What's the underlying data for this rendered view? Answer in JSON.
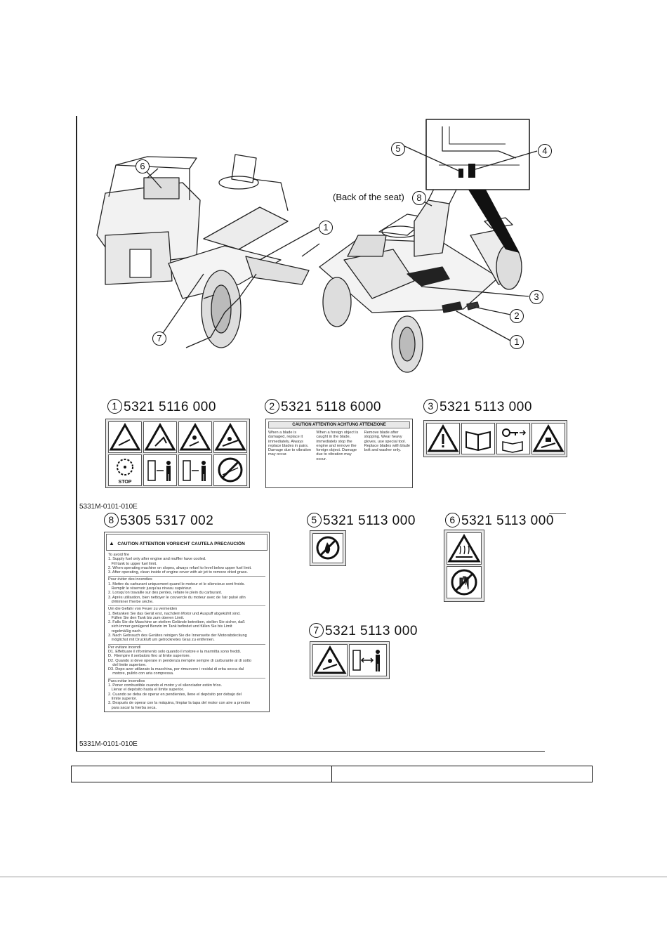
{
  "figure_refs": [
    "5331M-0101-010E",
    "5331M-0101-010E"
  ],
  "back_of_seat_label": "(Back of the seat)",
  "callouts": [
    "1",
    "2",
    "3",
    "4",
    "5",
    "6",
    "7",
    "8"
  ],
  "decals": [
    {
      "num": "1",
      "code": "5321 5116 000"
    },
    {
      "num": "2",
      "code": "5321 5118 6000"
    },
    {
      "num": "3",
      "code": "5321 5113 000"
    },
    {
      "num": "8",
      "code": "5305 5317 002"
    },
    {
      "num": "5",
      "code": "5321 5113 000"
    },
    {
      "num": "6",
      "code": "5321 5113 000"
    },
    {
      "num": "7",
      "code": "5321 5113 000"
    }
  ],
  "decal1_stop": "STOP",
  "decal2": {
    "header": "CAUTION ATTENTION ACHTUNG ATTENZIONE",
    "columns": [
      "When a blade is damaged, replace it immediately. Always replace blades in pairs. Damage due to vibration may occur.",
      "When a foreign object is caught in the blade, immediately stop the engine and remove the foreign object. Damage due to vibration may occur.",
      "Remove blade after stopping. Wear heavy gloves, use special tool. Replace blades with blade bolt and washer only."
    ]
  },
  "decal8": {
    "header": "CAUTION ATTENTION VORSICHT CAUTELA PRECAUCIÓN",
    "sections": [
      {
        "title": "To avoid fire",
        "lines": [
          "1. Supply fuel only after engine and muffler have cooled.",
          "   Fill tank to upper fuel limit.",
          "2. When operating machine on slopes, always refuel to level below upper fuel limit.",
          "3. After operating, clean inside of engine cover with air jet to remove dried grass."
        ]
      },
      {
        "title": "Pour éviter des incendies",
        "lines": [
          "1. Mettre du carburant uniquement quand le moteur et le silencieux sont froids.",
          "   Remplir le réservoir jusqu'au niveau supérieur.",
          "2. Lorsqu'on travaille sur des pentes, refaire le plein du carburant.",
          "3. Après utilisation, bien nettoyer le couvercle du moteur avec de l'air pulsé afin",
          "   d'éliminer l'herbe sèche."
        ]
      },
      {
        "title": "Um die Gefahr von Feuer zu vermeiden",
        "lines": [
          "1. Betanken Sie das Gerät erst, nachdem Motor und Auspuff abgekühlt sind.",
          "   Füllen Sie den Tank bis zum oberen Limit.",
          "2. Falls Sie die Maschine an steilem Gelände betreiben, stellen Sie sicher, daß",
          "   sich immer genügend Benzin im Tank befindet und füllen Sie bis Limit",
          "   regelmäßig nach.",
          "3. Nach Gebrauch des Gerätes reinigen Sie die Innenseite der Motorabdeckung",
          "   möglichst mit Druckluft um getrocknetes Gras zu entfernen."
        ]
      },
      {
        "title": "Per evitare incendi",
        "lines": [
          "D1. Effettuare il rifornimento solo quando il motore e la marmitta sono freddi.",
          "D.  Riempire il serbatoio fino al limite superiore.",
          "D2. Quando si deve operare in pendenza riempire sempre di carburante al di sotto",
          "    del limite superiore.",
          "D3. Dopo aver utilizzato la macchina, per rimuovere i residui di erba secca dal",
          "    motore, pulirlo con aria compressa."
        ]
      },
      {
        "title": "Para evitar incendios",
        "lines": [
          "1. Poner combustible cuando el motor y el silenciador estén fríos.",
          "   Llenar el depósito hasta el límite superior.",
          "2. Cuando se deba de operar en pendientes, llene el depósito por debajo del",
          "   límite superior.",
          "3. Después de operar con la máquina, limpiar la tapa del motor con aire a presión",
          "   para sacar la hierba seca."
        ]
      }
    ]
  }
}
